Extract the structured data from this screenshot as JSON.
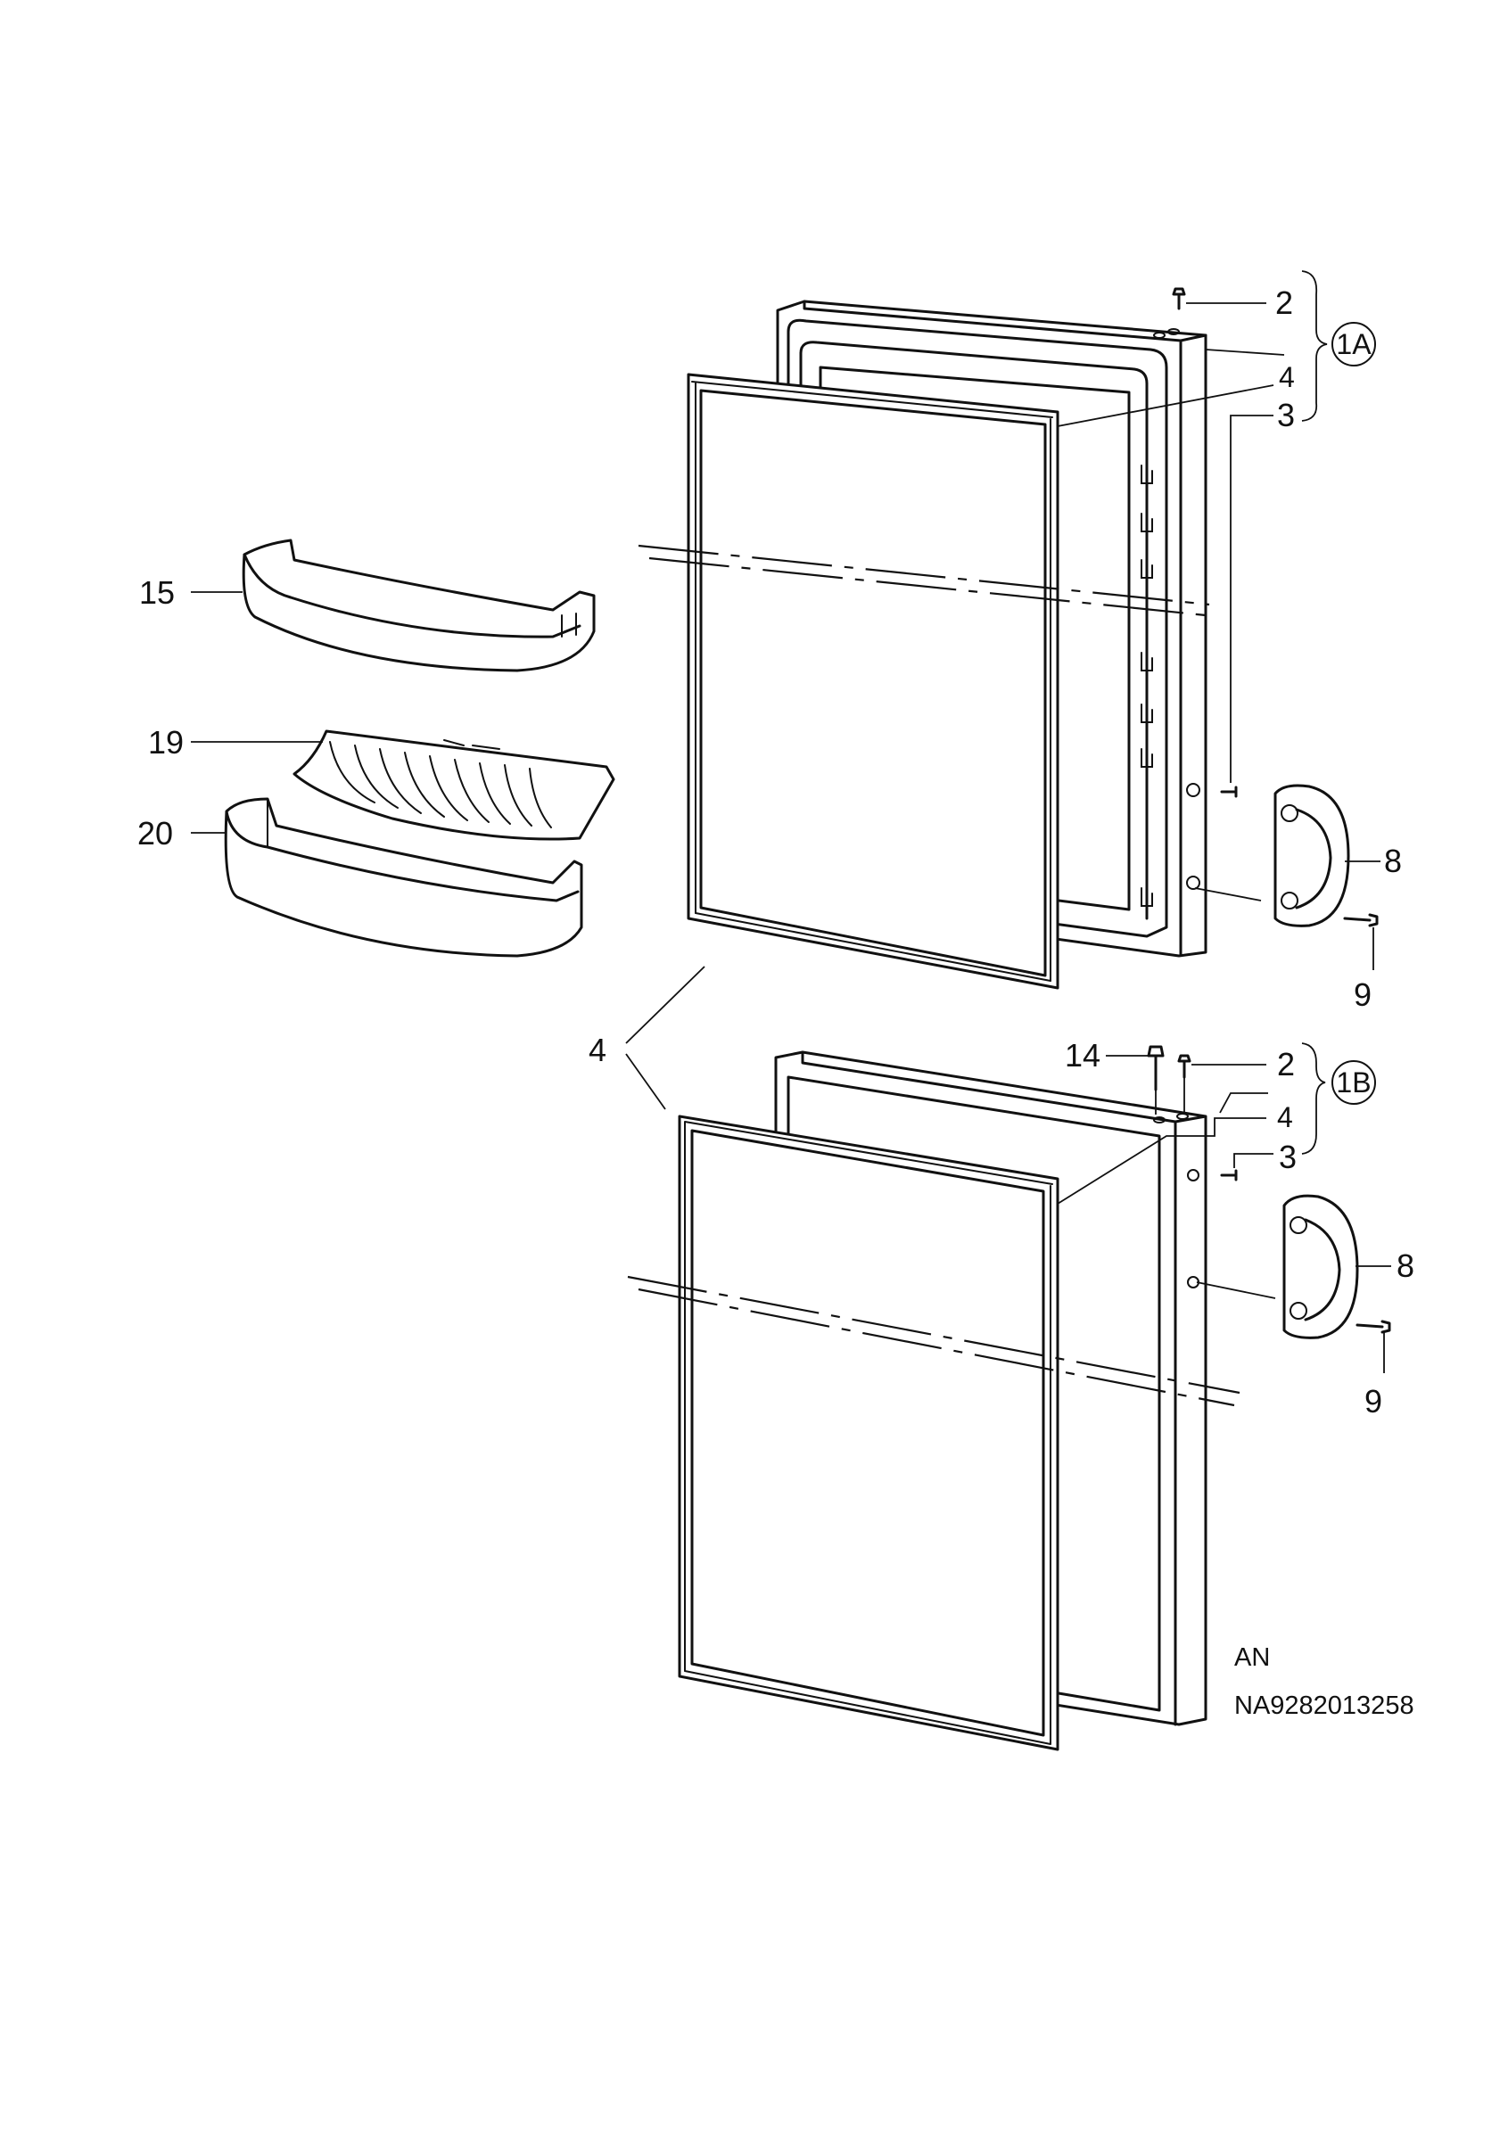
{
  "labels": {
    "p2_top": "2",
    "p4_top": "4",
    "p3_top": "3",
    "group_1a": "1A",
    "p15": "15",
    "p19": "19",
    "p20": "20",
    "p8_top": "8",
    "p9_top": "9",
    "p4_mid": "4",
    "p14": "14",
    "p2_bot": "2",
    "group_1b": "1B",
    "p4_bot": "4",
    "p3_bot": "3",
    "p8_bot": "8",
    "p9_bot": "9"
  },
  "footer": {
    "code_an": "AN",
    "drawing_number": "NA9282013258"
  }
}
